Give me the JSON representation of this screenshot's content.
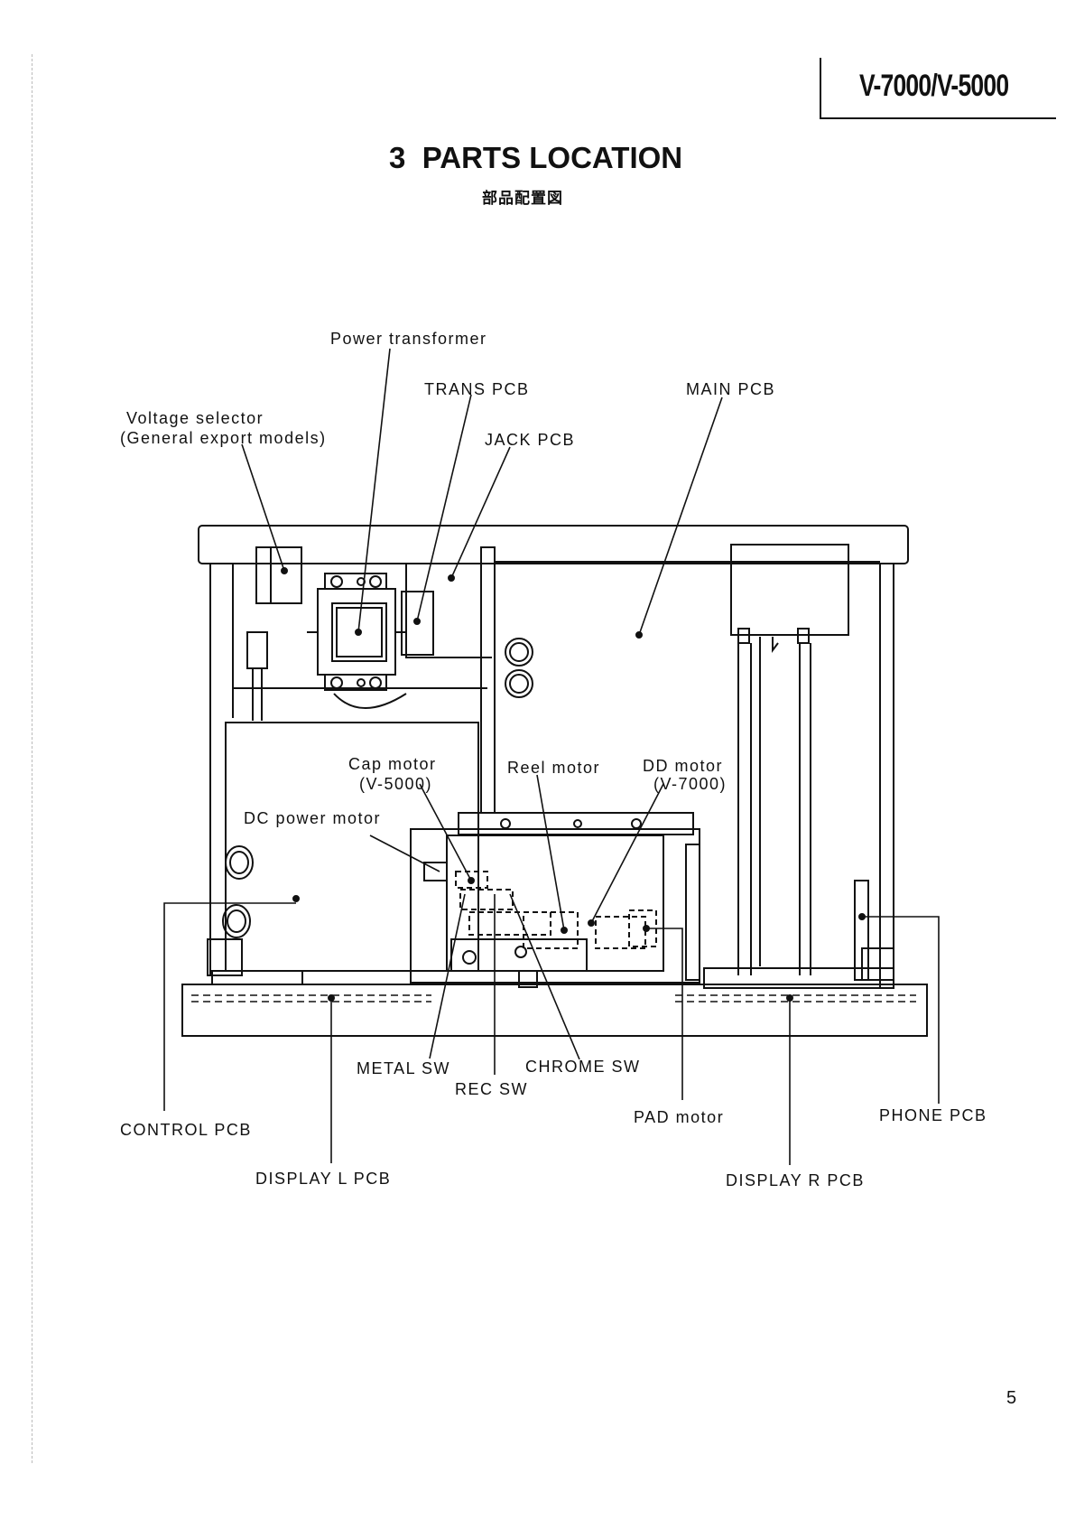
{
  "header": {
    "model": "V-7000/V-5000"
  },
  "section": {
    "title": "3  PARTS LOCATION",
    "subtitle_ja": "部品配置図"
  },
  "page_number": "5",
  "labels": {
    "power_transformer": "Power transformer",
    "trans_pcb": "TRANS PCB",
    "main_pcb": "MAIN PCB",
    "voltage_selector": "Voltage selector",
    "voltage_selector_note": "(General export models)",
    "jack_pcb": "JACK PCB",
    "cap_motor": "Cap motor",
    "cap_motor_note": "(V-5000)",
    "reel_motor": "Reel motor",
    "dd_motor": "DD motor",
    "dd_motor_note": "(V-7000)",
    "dc_power_motor": "DC power motor",
    "metal_sw": "METAL SW",
    "chrome_sw": "CHROME SW",
    "rec_sw": "REC SW",
    "control_pcb": "CONTROL PCB",
    "pad_motor": "PAD motor",
    "phone_pcb": "PHONE PCB",
    "display_l_pcb": "DISPLAY L PCB",
    "display_r_pcb": "DISPLAY R PCB"
  }
}
